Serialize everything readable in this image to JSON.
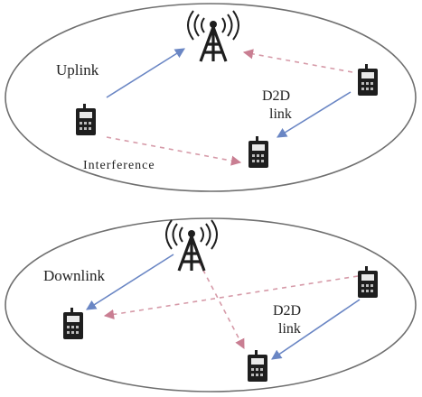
{
  "colors": {
    "ellipse_stroke": "#6f6f6f",
    "solid_link": "#6a86c4",
    "dashed_link": "#d69aa8",
    "device": "#1e1e1e",
    "text": "#222222"
  },
  "icons": {
    "tower": "cell-tower",
    "device": "mobile-phone"
  },
  "top_scenario": {
    "uplink_label": "Uplink",
    "d2d_label_line1": "D2D",
    "d2d_label_line2": "link",
    "interference_label": "Interference"
  },
  "bottom_scenario": {
    "downlink_label": "Downlink",
    "d2d_label_line1": "D2D",
    "d2d_label_line2": "link"
  }
}
